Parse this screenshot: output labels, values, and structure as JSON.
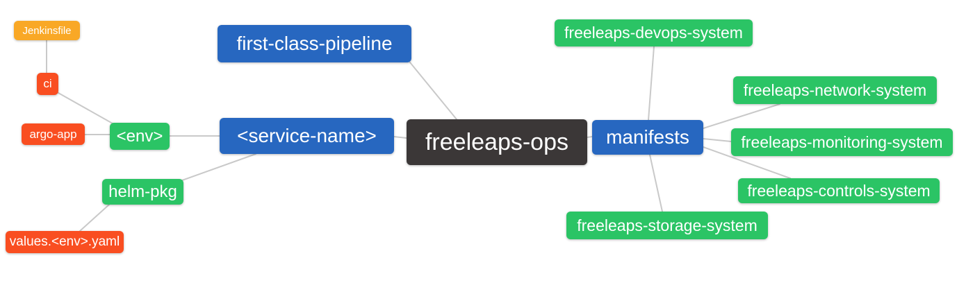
{
  "diagram": {
    "type": "mindmap",
    "root_label": "freeleaps-ops",
    "colors": {
      "root_node": "#3b3737",
      "branch_node": "#2767c0",
      "green_leaf": "#2bc465",
      "orange_leaf": "#f9a826",
      "red_leaf": "#f94e21",
      "edge": "#c9c9c9",
      "node_text": "#ffffff",
      "background": "#ffffff"
    },
    "nodes": {
      "root": {
        "label": "freeleaps-ops"
      },
      "first_class_pipeline": {
        "label": "first-class-pipeline"
      },
      "service_name": {
        "label": "<service-name>"
      },
      "env": {
        "label": "<env>"
      },
      "ci": {
        "label": "ci"
      },
      "jenkinsfile": {
        "label": "Jenkinsfile"
      },
      "argo_app": {
        "label": "argo-app"
      },
      "helm_pkg": {
        "label": "helm-pkg"
      },
      "values_env_yaml": {
        "label": "values.<env>.yaml"
      },
      "manifests": {
        "label": "manifests"
      },
      "devops_system": {
        "label": "freeleaps-devops-system"
      },
      "network_system": {
        "label": "freeleaps-network-system"
      },
      "monitoring_system": {
        "label": "freeleaps-monitoring-system"
      },
      "controls_system": {
        "label": "freeleaps-controls-system"
      },
      "storage_system": {
        "label": "freeleaps-storage-system"
      }
    },
    "edges": [
      {
        "from": "Jenkinsfile",
        "to": "ci"
      },
      {
        "from": "ci",
        "to": "<env>"
      },
      {
        "from": "argo-app",
        "to": "<env>"
      },
      {
        "from": "<env>",
        "to": "<service-name>"
      },
      {
        "from": "<service-name>",
        "to": "helm-pkg"
      },
      {
        "from": "helm-pkg",
        "to": "values.<env>.yaml"
      },
      {
        "from": "first-class-pipeline",
        "to": "freeleaps-ops"
      },
      {
        "from": "<service-name>",
        "to": "freeleaps-ops"
      },
      {
        "from": "freeleaps-ops",
        "to": "manifests"
      },
      {
        "from": "manifests",
        "to": "freeleaps-devops-system"
      },
      {
        "from": "manifests",
        "to": "freeleaps-network-system"
      },
      {
        "from": "manifests",
        "to": "freeleaps-monitoring-system"
      },
      {
        "from": "manifests",
        "to": "freeleaps-controls-system"
      },
      {
        "from": "manifests",
        "to": "freeleaps-storage-system"
      }
    ]
  }
}
